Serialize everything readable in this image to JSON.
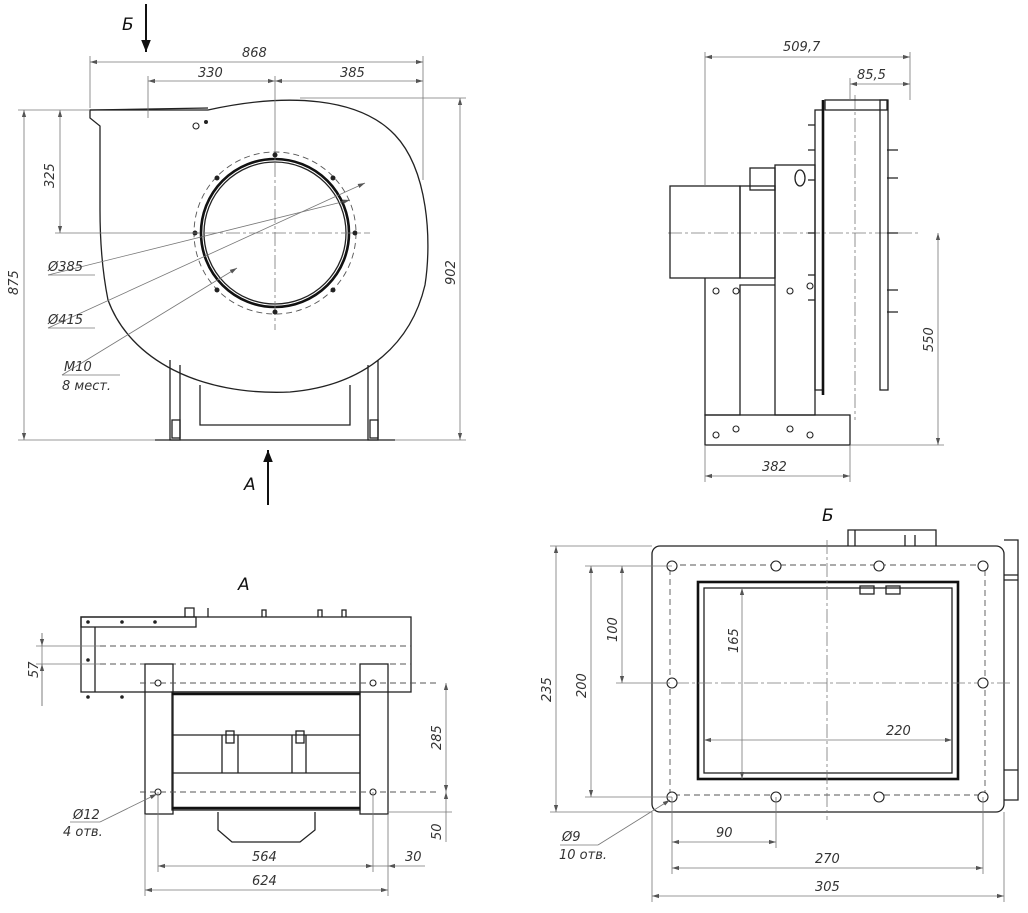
{
  "views": {
    "view_b_arrow": "Б",
    "view_a_arrow": "А",
    "view_a_title": "А",
    "view_b_title": "Б"
  },
  "front_view": {
    "width_overall": "868",
    "width_left": "330",
    "width_right": "385",
    "height_inlet_center": "325",
    "height_overall_left": "875",
    "height_overall_right": "902",
    "dia_inner": "Ø385",
    "dia_outer": "Ø415",
    "thread": "M10",
    "thread_qty": "8 мест."
  },
  "side_view": {
    "depth_overall": "509,7",
    "flange_depth": "85,5",
    "height_axis": "550",
    "base_width": "382"
  },
  "bottom_view": {
    "offset_57": "57",
    "depth_285": "285",
    "depth_50": "50",
    "width_564": "564",
    "width_30": "30",
    "width_624": "624",
    "hole_dia": "Ø12",
    "hole_qty": "4 отв."
  },
  "flange_view": {
    "height_overall": "235",
    "height_holes": "200",
    "height_100": "100",
    "height_165": "165",
    "width_220": "220",
    "width_90": "90",
    "width_270": "270",
    "width_305": "305",
    "hole_dia": "Ø9",
    "hole_qty": "10 отв."
  }
}
